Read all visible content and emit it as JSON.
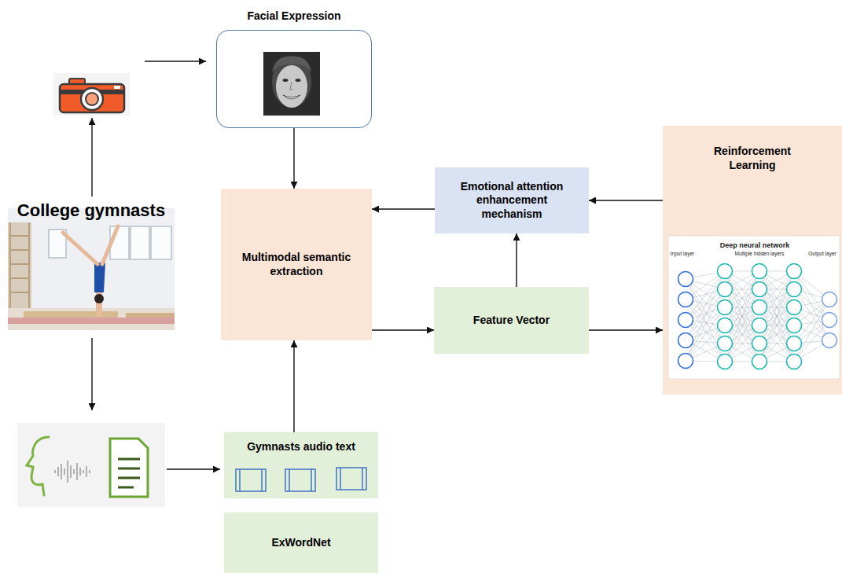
{
  "diagram": {
    "nodes": [
      {
        "text": [
          "Facial Expression"
        ]
      },
      {
        "text": [
          "College gymnasts"
        ]
      },
      {
        "text": [
          "Multimodal semantic extraction"
        ]
      },
      {
        "text": [
          "Emotional attention enhancement mechanism"
        ]
      },
      {
        "text": [
          "Feature Vector"
        ]
      },
      {
        "text": [
          "Reinforcement Learning"
        ]
      },
      {
        "text": [
          "Gymnasts audio text"
        ]
      },
      {
        "text": [
          "ExWordNet"
        ]
      }
    ],
    "edges": [
      {
        "from": 0,
        "to": 2,
        "arrow": "to"
      },
      {
        "from": 6,
        "to": 2,
        "arrow": "to"
      },
      {
        "from": 2,
        "to": 4,
        "arrow": "to"
      },
      {
        "from": 4,
        "to": 3,
        "arrow": "to"
      },
      {
        "from": 4,
        "to": 5,
        "arrow": "to"
      },
      {
        "from": 5,
        "to": 3,
        "arrow": "to"
      },
      {
        "from": 3,
        "to": 2,
        "arrow": "to"
      }
    ],
    "labels": [
      "Deep neural network",
      "Input layer",
      "Multiple hidden layers",
      "Output layer"
    ]
  }
}
